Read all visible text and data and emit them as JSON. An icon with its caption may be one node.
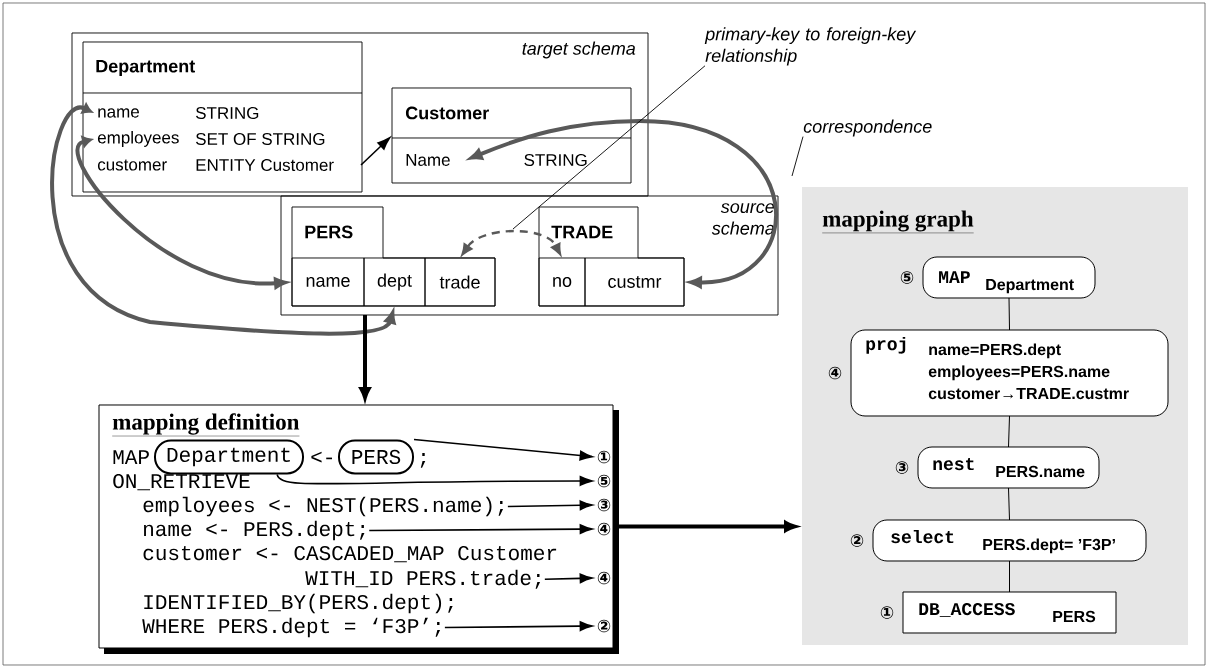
{
  "diagram": {
    "nodes": [
      {
        "text": [
          "target schema"
        ]
      },
      {
        "text": [
          "Department"
        ],
        "in": 0
      },
      {
        "text": [
          "name",
          "STRING"
        ],
        "in": 1
      },
      {
        "text": [
          "employees",
          "SET OF STRING"
        ],
        "in": 1
      },
      {
        "text": [
          "customer",
          "ENTITY Customer"
        ],
        "in": 1
      },
      {
        "text": [
          "Customer"
        ],
        "in": 0
      },
      {
        "text": [
          "Name",
          "STRING"
        ],
        "in": 5
      },
      {
        "text": [
          "source schema"
        ]
      },
      {
        "text": [
          "PERS"
        ],
        "in": 7
      },
      {
        "text": [
          "name"
        ],
        "in": 8
      },
      {
        "text": [
          "dept"
        ],
        "in": 8
      },
      {
        "text": [
          "trade"
        ],
        "in": 8
      },
      {
        "text": [
          "TRADE"
        ],
        "in": 7
      },
      {
        "text": [
          "no"
        ],
        "in": 12
      },
      {
        "text": [
          "custmr"
        ],
        "in": 12
      },
      {
        "text": [
          "primary-key to foreign-key relationship"
        ]
      },
      {
        "text": [
          "correspondence"
        ]
      },
      {
        "text": [
          "mapping definition",
          "MAP",
          "<-",
          ";",
          "ON_RETRIEVE",
          "customer <- CASCADED_MAP Customer",
          "IDENTIFIED_BY(PERS.dept);"
        ]
      },
      {
        "text": [
          "Department"
        ],
        "in": 17
      },
      {
        "text": [
          "PERS"
        ],
        "in": 17
      },
      {
        "text": [
          "employees <- NEST(PERS.name);"
        ],
        "in": 17
      },
      {
        "text": [
          "name <- PERS.dept;"
        ],
        "in": 17
      },
      {
        "text": [
          "WITH_ID PERS.trade;"
        ],
        "in": 17
      },
      {
        "text": [
          "WHERE PERS.dept = ‘F3P’;"
        ],
        "in": 17
      },
      {
        "text": [
          "①"
        ],
        "in": 17
      },
      {
        "text": [
          "⑤"
        ],
        "in": 17
      },
      {
        "text": [
          "③"
        ],
        "in": 17
      },
      {
        "text": [
          "④"
        ],
        "in": 17
      },
      {
        "text": [
          "④"
        ],
        "in": 17
      },
      {
        "text": [
          "②"
        ],
        "in": 17
      },
      {
        "text": [
          "mapping graph"
        ]
      },
      {
        "text": [
          "MAP",
          "Department"
        ],
        "in": 30,
        "beside": [
          "⑤"
        ]
      },
      {
        "text": [
          "proj",
          "name=PERS.dept",
          "employees=PERS.name",
          "customer→TRADE.custmr"
        ],
        "in": 30,
        "beside": [
          "④"
        ]
      },
      {
        "text": [
          "nest",
          "PERS.name"
        ],
        "in": 30,
        "beside": [
          "③"
        ]
      },
      {
        "text": [
          "select",
          "PERS.dept= ’F3P’"
        ],
        "in": 30,
        "beside": [
          "②"
        ]
      },
      {
        "text": [
          "DB_ACCESS",
          "PERS"
        ],
        "in": 30,
        "beside": [
          "①"
        ]
      }
    ],
    "edges": [
      {
        "from": 2,
        "to": 10,
        "arrow": "both",
        "style": "thick",
        "color": "#595959"
      },
      {
        "from": 3,
        "to": 9,
        "arrow": "both",
        "style": "thick",
        "color": "#595959"
      },
      {
        "from": 6,
        "to": 14,
        "arrow": "both",
        "style": "thick",
        "color": "#595959"
      },
      {
        "from": 4,
        "to": 5,
        "arrow": "to"
      },
      {
        "from": 11,
        "to": 13,
        "arrow": "both",
        "style": "dashed",
        "color": "#595959"
      },
      {
        "from": 15,
        "to": null,
        "arrow": "none"
      },
      {
        "from": 16,
        "to": null,
        "arrow": "none"
      },
      {
        "from": 7,
        "to": 17,
        "arrow": "to",
        "style": "thick"
      },
      {
        "from": 19,
        "to": 24,
        "arrow": "to"
      },
      {
        "from": 18,
        "to": 25,
        "arrow": "to"
      },
      {
        "from": 20,
        "to": 26,
        "arrow": "to"
      },
      {
        "from": 21,
        "to": 27,
        "arrow": "to"
      },
      {
        "from": 22,
        "to": 28,
        "arrow": "to"
      },
      {
        "from": 23,
        "to": 29,
        "arrow": "to"
      },
      {
        "from": 17,
        "to": 30,
        "arrow": "to",
        "style": "thick"
      },
      {
        "from": 31,
        "to": 32,
        "arrow": "none"
      },
      {
        "from": 32,
        "to": 33,
        "arrow": "none"
      },
      {
        "from": 33,
        "to": 34,
        "arrow": "none"
      },
      {
        "from": 34,
        "to": 35,
        "arrow": "none"
      }
    ]
  }
}
